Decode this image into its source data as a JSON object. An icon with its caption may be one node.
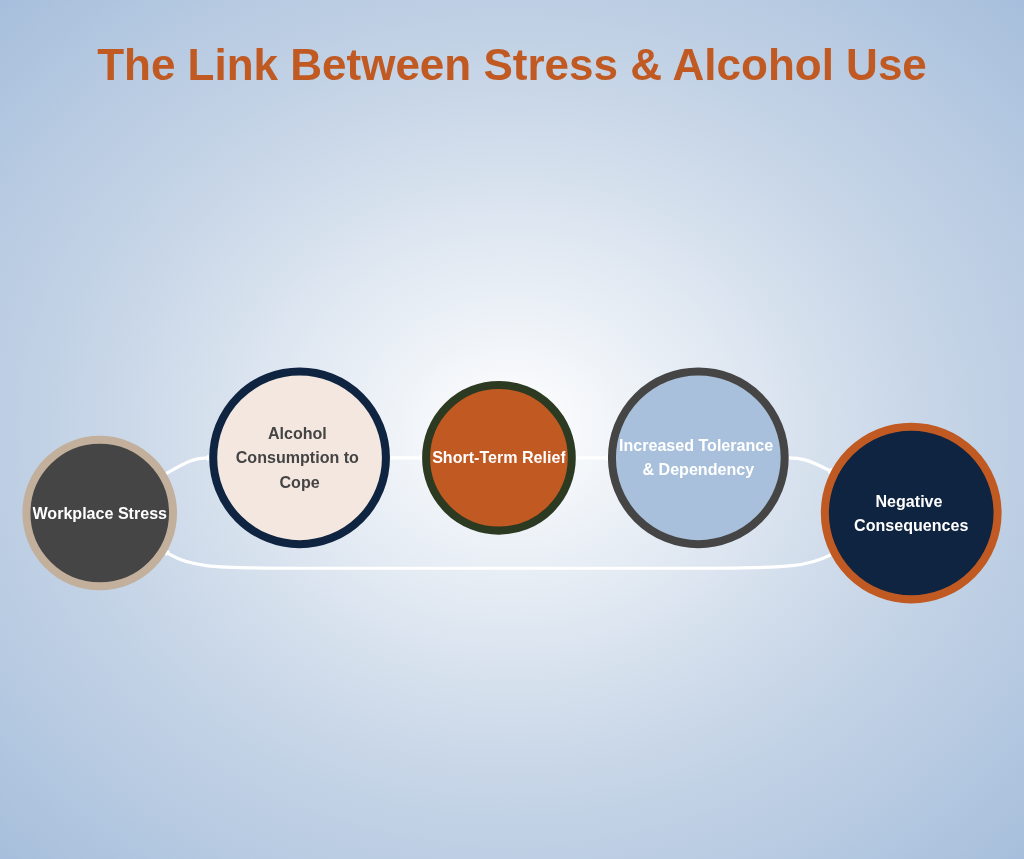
{
  "diagram": {
    "title": "The Link Between Stress & Alcohol Use",
    "nodes": [
      {
        "text": [
          "Workplace Stress"
        ]
      },
      {
        "text": [
          "Alcohol Consumption to Cope"
        ]
      },
      {
        "text": [
          "Short-Term Relief"
        ]
      },
      {
        "text": [
          "Increased Tolerance & Dependency"
        ]
      },
      {
        "text": [
          "Negative Consequences"
        ]
      }
    ],
    "edges": [
      {
        "from": 0,
        "to": 1,
        "arrow": "to"
      },
      {
        "from": 1,
        "to": 2,
        "arrow": "to"
      },
      {
        "from": 2,
        "to": 3,
        "arrow": "to"
      },
      {
        "from": 3,
        "to": 4,
        "arrow": "to"
      },
      {
        "from": 4,
        "to": 0,
        "arrow": "to"
      }
    ]
  }
}
